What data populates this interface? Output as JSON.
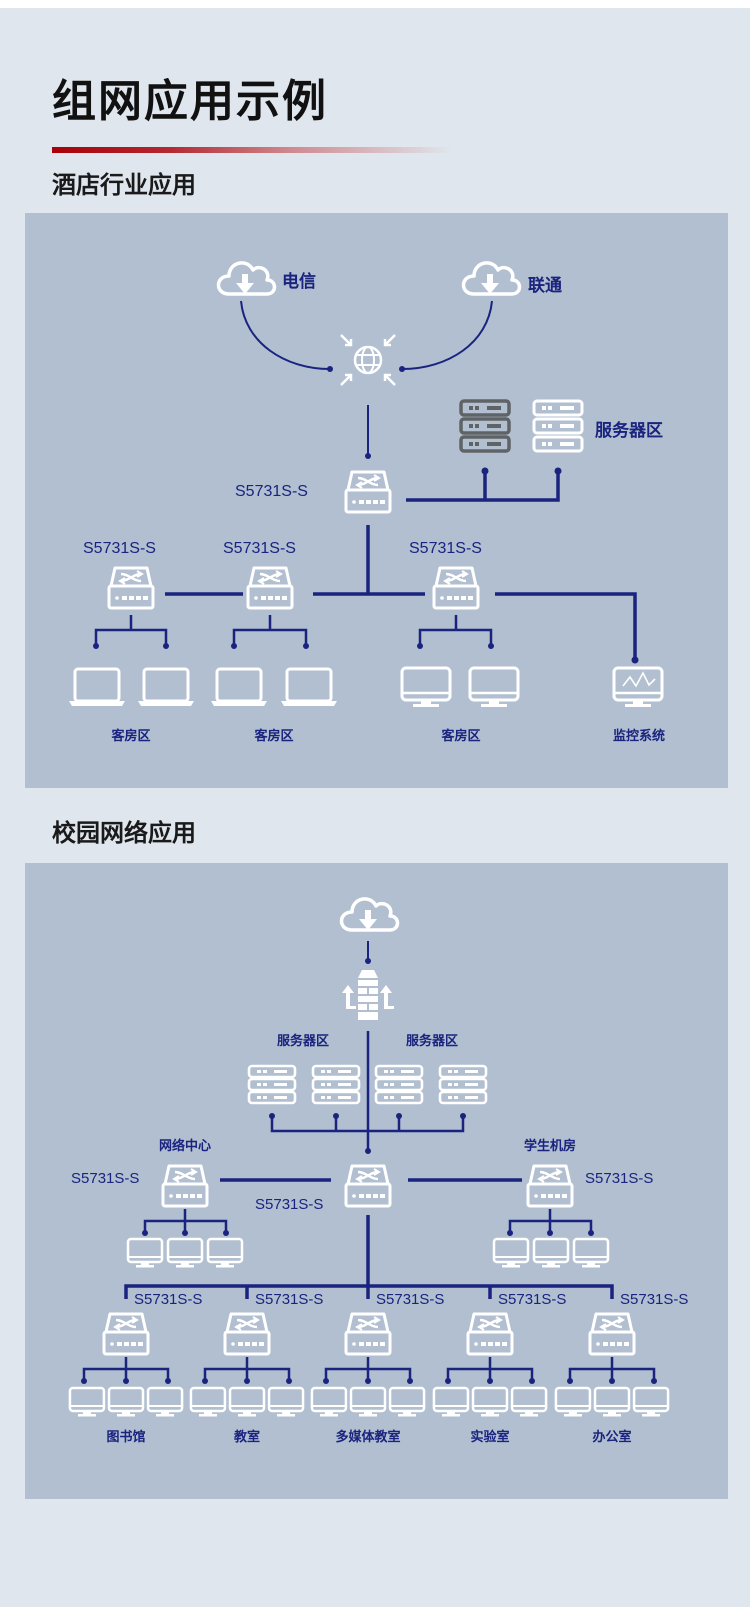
{
  "page": {
    "title": "组网应用示例",
    "accent_color": "#a80008",
    "background_color": "#e0e6ed",
    "panel_color": "#b1bfd1",
    "line_color": "#1a237e"
  },
  "hotel": {
    "section_title": "酒店行业应用",
    "isp_left": "电信",
    "isp_right": "联通",
    "core_switch_label": "S5731S-S",
    "server_zone_label": "服务器区",
    "access_switches": [
      {
        "model": "S5731S-S",
        "zone": "客房区",
        "devices": "laptop"
      },
      {
        "model": "S5731S-S",
        "zone": "客房区",
        "devices": "laptop"
      },
      {
        "model": "S5731S-S",
        "zone": "客房区",
        "devices": "monitor"
      }
    ],
    "monitoring_label": "监控系统"
  },
  "campus": {
    "section_title": "校园网络应用",
    "server_zone_left": "服务器区",
    "server_zone_right": "服务器区",
    "core_switch_label": "S5731S-S",
    "network_center": {
      "name": "网络中心",
      "model": "S5731S-S"
    },
    "student_lab": {
      "name": "学生机房",
      "model": "S5731S-S"
    },
    "access_switches": [
      {
        "model": "S5731S-S",
        "zone": "图书馆"
      },
      {
        "model": "S5731S-S",
        "zone": "教室"
      },
      {
        "model": "S5731S-S",
        "zone": "多媒体教室"
      },
      {
        "model": "S5731S-S",
        "zone": "实验室"
      },
      {
        "model": "S5731S-S",
        "zone": "办公室"
      }
    ]
  }
}
